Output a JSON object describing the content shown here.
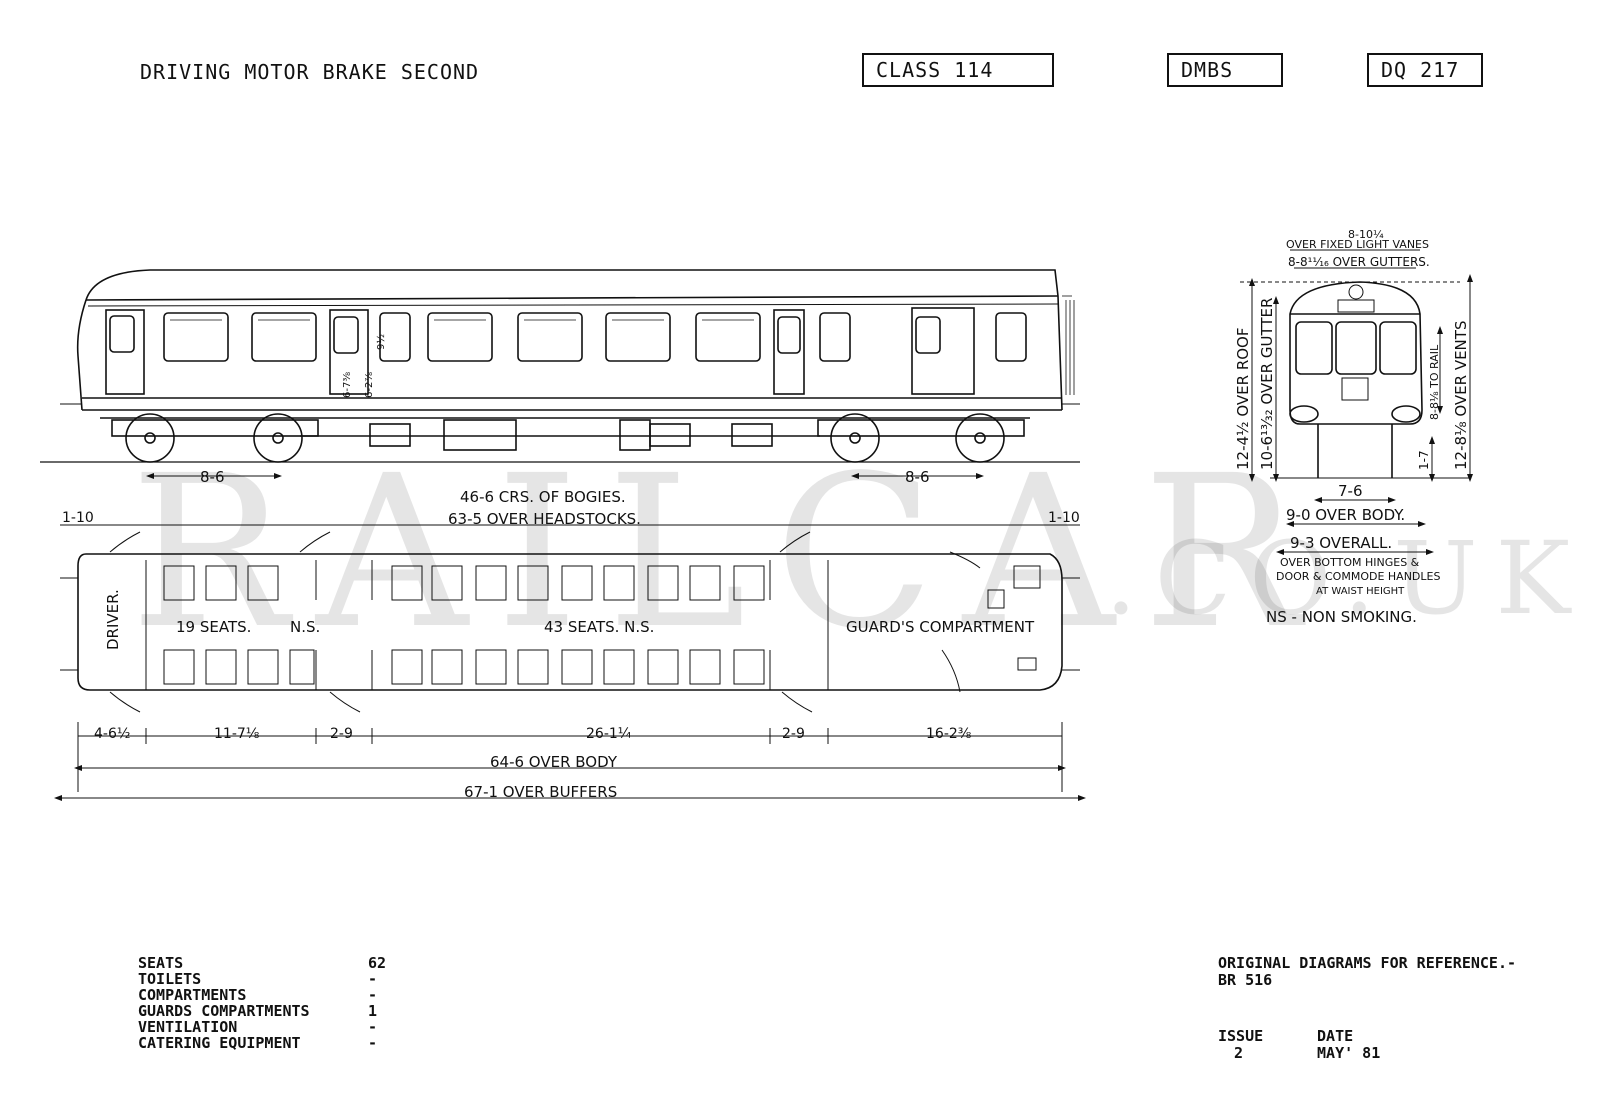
{
  "header": {
    "title": "DRIVING MOTOR BRAKE SECOND",
    "class_box": "CLASS 114",
    "type_box": "DMBS",
    "diagram_box": "DQ 217"
  },
  "watermark": {
    "main": "RAILCAR",
    "suffix": ".CO.UK"
  },
  "side_elevation": {
    "bogie_left": "8-6",
    "bogie_right": "8-6",
    "dim_crs_bogies": "46-6 CRS. OF BOGIES.",
    "dim_headstocks": "63-5 OVER HEADSTOCKS.",
    "door_h1": "6-7⅜",
    "door_h2": "6-2⅞",
    "door_h3": "9½"
  },
  "plan": {
    "end_left": "1-10",
    "end_right": "1-10",
    "driver": "DRIVER.",
    "seats_1": "19 SEATS.",
    "ns_1": "N.S.",
    "seats_2": "43 SEATS. N.S.",
    "guards": "GUARD'S COMPARTMENT",
    "dims": [
      "4-6½",
      "11-7⅛",
      "2-9",
      "26-1¼",
      "2-9",
      "16-2⅜"
    ],
    "over_body": "64-6 OVER BODY",
    "over_buffers": "67-1 OVER BUFFERS"
  },
  "end_elevation": {
    "top_1": "8-10¼",
    "top_1_note": "OVER FIXED LIGHT VANES",
    "top_2": "8-8¹¹⁄₁₆ OVER GUTTERS.",
    "over_roof": "12-4½ OVER ROOF",
    "over_gutter": "10-6¹³⁄₃₂ OVER GUTTER",
    "over_vents": "12-8⅛ OVER VENTS",
    "to_rail": "8-8⅛ TO RAIL",
    "step": "1-7",
    "bogie_width": "7-6",
    "over_body": "9-0 OVER BODY.",
    "overall": "9-3 OVERALL.",
    "overall_note_1": "OVER BOTTOM HINGES &",
    "overall_note_2": "DOOR & COMMODE HANDLES",
    "overall_note_3": "AT WAIST HEIGHT",
    "ns_key": "NS - NON SMOKING."
  },
  "stats": [
    {
      "label": "SEATS",
      "value": "62"
    },
    {
      "label": "TOILETS",
      "value": "-"
    },
    {
      "label": "COMPARTMENTS",
      "value": "-"
    },
    {
      "label": "GUARDS COMPARTMENTS",
      "value": "1"
    },
    {
      "label": "VENTILATION",
      "value": "-"
    },
    {
      "label": "CATERING EQUIPMENT",
      "value": "-"
    }
  ],
  "reference": {
    "line1": "ORIGINAL DIAGRAMS FOR REFERENCE.-",
    "line2": "BR 516"
  },
  "issue": {
    "issue_label": "ISSUE",
    "issue_value": "2",
    "date_label": "DATE",
    "date_value": "MAY' 81"
  }
}
